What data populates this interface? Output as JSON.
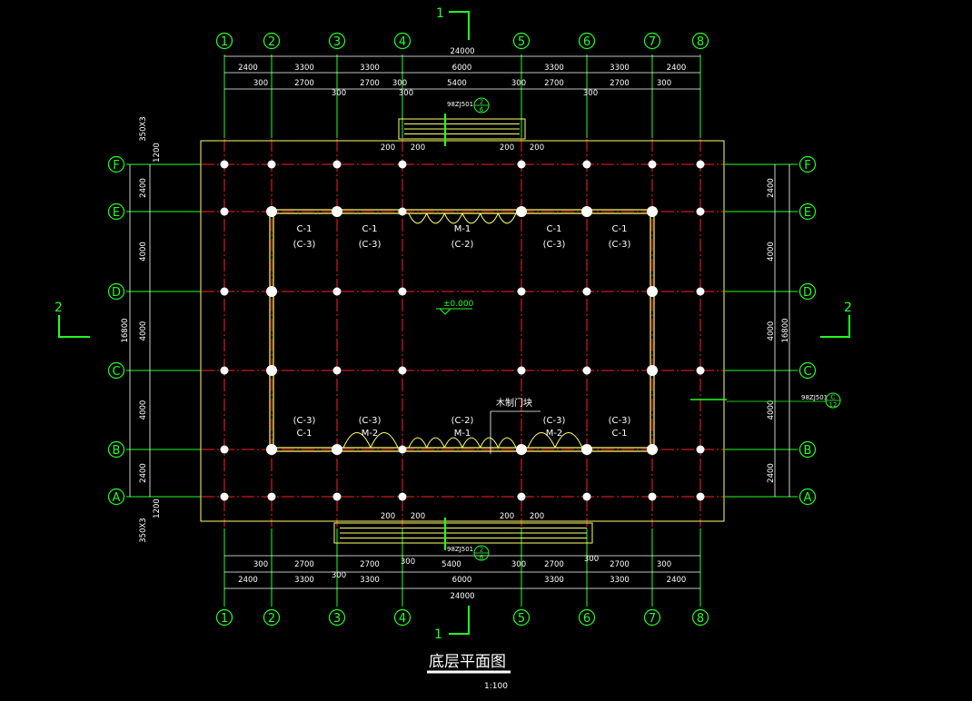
{
  "drawing": {
    "title": "底层平面图",
    "scale": "1:100",
    "floor_level": "±0.000",
    "door_note": "木制门块"
  },
  "colors": {
    "background": "#000000",
    "axis": "#ff2020",
    "wall": "#ffff66",
    "dim": "#ffffff",
    "bubble": "#22ff22",
    "column": "#ffffff"
  },
  "axes": {
    "cols": [
      "1",
      "2",
      "3",
      "4",
      "5",
      "6",
      "7",
      "8"
    ],
    "rows": [
      "F",
      "E",
      "D",
      "C",
      "B",
      "A"
    ]
  },
  "dims_top": {
    "total": "24000",
    "row1": [
      "2400",
      "3300",
      "3300",
      "6000",
      "3300",
      "3300",
      "2400"
    ],
    "row2": [
      "300",
      "2700",
      "300",
      "2700",
      "300",
      "300",
      "5400",
      "300",
      "2700",
      "300",
      "2700",
      "300"
    ]
  },
  "dims_bottom": {
    "total": "24000",
    "row1": [
      "2400",
      "3300",
      "3300",
      "6000",
      "3300",
      "3300",
      "2400"
    ],
    "row2": [
      "300",
      "2700",
      "300",
      "2700",
      "300",
      "5400",
      "300",
      "2700",
      "300",
      "2700",
      "300"
    ]
  },
  "dims_side": {
    "left": [
      "2400",
      "4000",
      "4000",
      "4000",
      "2400"
    ],
    "left_total": "16800",
    "left_extra": [
      "350X3",
      "1200",
      "1200",
      "350X3"
    ],
    "right": [
      "2400",
      "4000",
      "4000",
      "4000",
      "2400"
    ],
    "right_total": "16800"
  },
  "stair_dims": {
    "top": [
      "200",
      "200",
      "200",
      "200"
    ],
    "bottom": [
      "200",
      "200",
      "200",
      "200"
    ]
  },
  "section_marks": {
    "vertical_top": "1",
    "vertical_bottom": "1",
    "horizontal_left": "2",
    "horizontal_right": "2"
  },
  "detail_refs": {
    "top": "98ZJ501",
    "bottom": "98ZJ501",
    "right": "98ZJ501",
    "top_num": "2",
    "top_den": "6",
    "bottom_num": "2",
    "bottom_den": "6",
    "right_num": "C",
    "right_den": "12"
  },
  "openings": {
    "north": [
      {
        "code": "C-1",
        "sub": "(C-3)"
      },
      {
        "code": "C-1",
        "sub": "(C-3)"
      },
      {
        "code": "M-1",
        "sub": "(C-2)"
      },
      {
        "code": "C-1",
        "sub": "(C-3)"
      },
      {
        "code": "C-1",
        "sub": "(C-3)"
      }
    ],
    "south": [
      {
        "code": "C-1",
        "sub": "(C-3)"
      },
      {
        "code": "M-2",
        "sub": "(C-3)"
      },
      {
        "code": "M-1",
        "sub": "(C-2)"
      },
      {
        "code": "M-2",
        "sub": "(C-3)"
      },
      {
        "code": "C-1",
        "sub": "(C-3)"
      }
    ]
  }
}
